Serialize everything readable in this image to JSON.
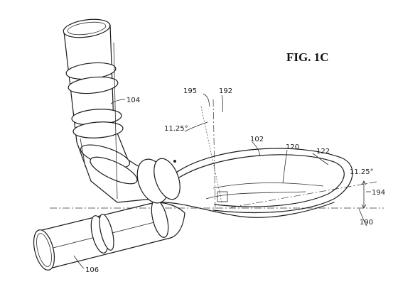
{
  "figure": {
    "title": "FIG. 1C"
  },
  "labels": {
    "upper_tube": "104",
    "lower_tube": "106",
    "bowl": "102",
    "interior": "120",
    "rim": "122",
    "axis_tilted": "195",
    "axis_vertical": "192",
    "angle_top": "11.25°",
    "angle_right": "11.25°",
    "offset": "194",
    "horizontal": "190"
  }
}
